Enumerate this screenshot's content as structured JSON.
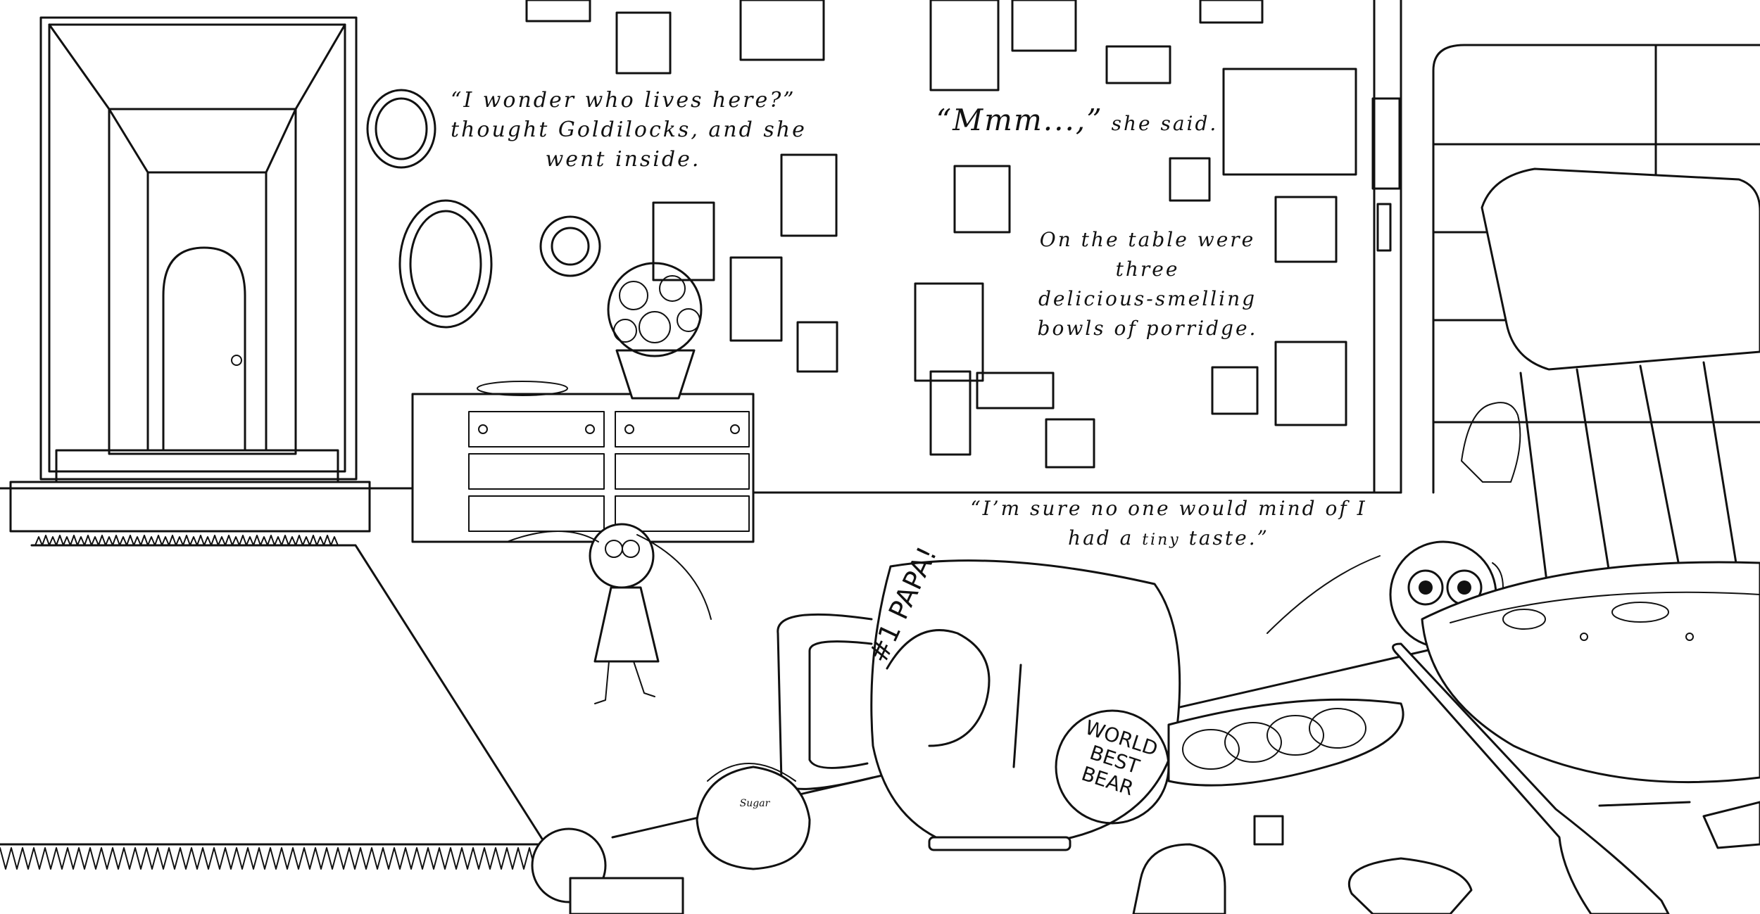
{
  "page": {
    "background": "#ffffff",
    "ink": "#111111"
  },
  "captions": {
    "wonder": {
      "line1": "“I wonder who lives here?”",
      "line2": "thought Goldilocks, and she",
      "line3": "went inside."
    },
    "mmm": {
      "quote": "“Mmm...,”",
      "rest": " she said."
    },
    "table": {
      "line1": "On the table were",
      "line2": "three",
      "line3": "delicious-smelling",
      "line4": "bowls of porridge."
    },
    "taste": {
      "line1": "“I’m sure no one would mind of I",
      "line2_start": "had a ",
      "line2_tiny": "tiny",
      "line2_end": " taste.”"
    }
  },
  "mug_lettering": {
    "number": "#1",
    "papa": "PAPA!",
    "badge": [
      "WORLD",
      "BEST",
      "BEAR"
    ]
  },
  "sugar_bowl_label": "Sugar",
  "icons": {
    "door": "door-icon",
    "flowers": "flower-vase-icon",
    "mug": "mug-icon",
    "chair": "chair-icon",
    "bowl": "porridge-bowl-icon",
    "spoon": "wooden-spoon-icon"
  }
}
